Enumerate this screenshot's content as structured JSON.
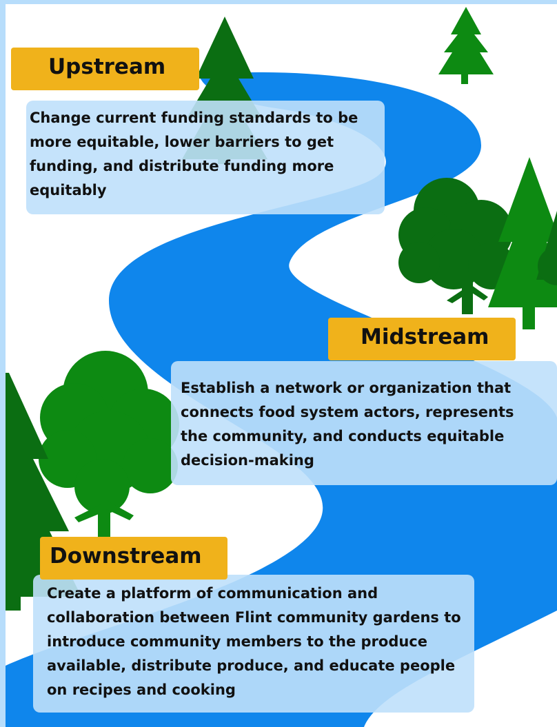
{
  "colors": {
    "river": "#0f86ec",
    "panel": "#bfe0fb",
    "label_bg": "#f0b21b",
    "tree_dark": "#0b6e12",
    "tree_light": "#0d8a12",
    "frame": "#b7ddfb"
  },
  "stages": [
    {
      "label": "Upstream",
      "text": "Change current funding standards to be more equitable, lower barriers to get funding, and distribute funding more equitably"
    },
    {
      "label": "Midstream",
      "text": "Establish a network or organization that connects food system actors, represents the community, and conducts equitable decision-making"
    },
    {
      "label": "Downstream",
      "text": "Create a platform of communication and collaboration between Flint community gardens to introduce community members to the produce available, distribute produce, and educate people on recipes and cooking"
    }
  ]
}
